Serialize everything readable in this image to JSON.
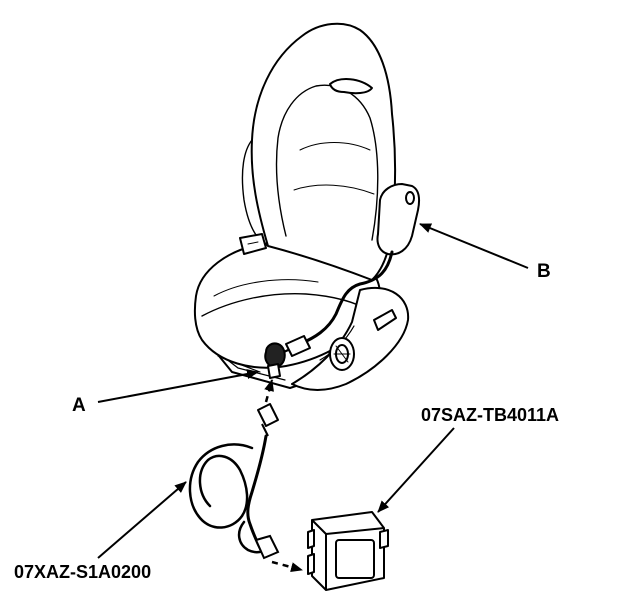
{
  "figure": {
    "callouts": {
      "connector": "A",
      "side_airbag": "B",
      "tool_unit": "07SAZ-TB4011A",
      "tool_harness": "07XAZ-S1A0200"
    },
    "colors": {
      "ink": "#000000",
      "paper": "#ffffff"
    },
    "icons": [
      "seat-illustration",
      "airbag-module",
      "connector-plug",
      "test-harness-cable",
      "inspection-tool-box",
      "leader-arrow"
    ]
  }
}
